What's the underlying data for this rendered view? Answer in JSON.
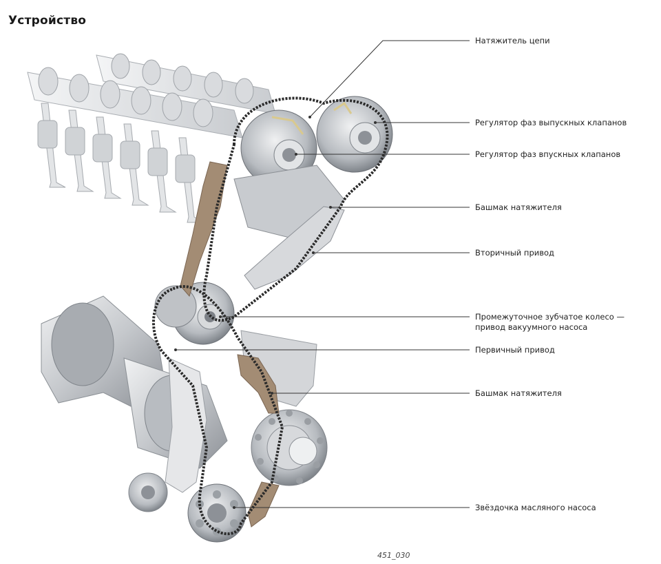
{
  "title": "Устройство",
  "labels": [
    "Натяжитель цепи",
    "Регулятор фаз выпускных клапанов",
    "Регулятор фаз впускных клапанов",
    "Башмак натяжителя",
    "Вторичный привод",
    "Промежуточное зубчатое колесо —",
    "привод вакуумного насоса",
    "Первичный привод",
    "Башмак натяжителя",
    "Звёздочка масляного насоса"
  ],
  "caption": "451_030",
  "colors": {
    "chain": "#2b2b2b",
    "metal_light": "#d6d8db",
    "metal_mid": "#aeb2b7",
    "metal_dark": "#7d8187",
    "shoe": "#a08a74",
    "leader": "#333333"
  }
}
